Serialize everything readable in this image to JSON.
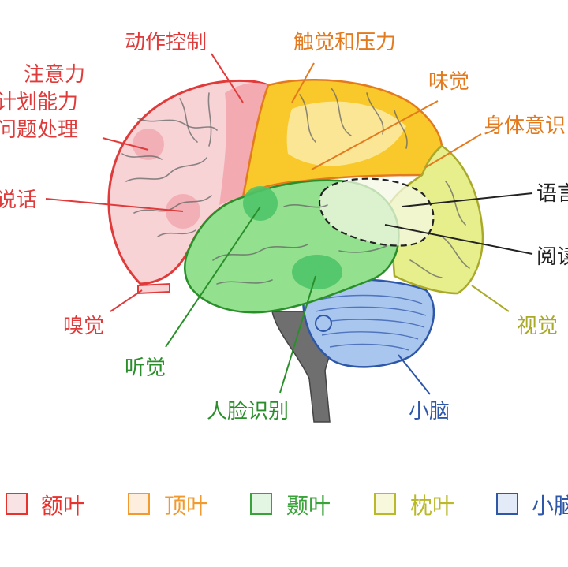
{
  "labels": {
    "motor": "动作控制",
    "touch": "触觉和压力",
    "taste": "味觉",
    "attention_line1": "注意力",
    "attention_line2": "计划能力",
    "attention_line3": "问题处理",
    "body_awareness": "身体意识",
    "speech": "说话",
    "language": "语言",
    "reading": "阅读",
    "smell": "嗅觉",
    "hearing": "听觉",
    "vision": "视觉",
    "face_recognition": "人脸识别",
    "cerebellum": "小脑"
  },
  "legend": [
    {
      "label": "额叶",
      "color": "#e8322e"
    },
    {
      "label": "顶叶",
      "color": "#f29a2e"
    },
    {
      "label": "颞叶",
      "color": "#3aa23a"
    },
    {
      "label": "枕叶",
      "color": "#b9b92a"
    },
    {
      "label": "小脑",
      "color": "#2f57a8"
    }
  ],
  "colors": {
    "frontal_fill": "#f7d3d6",
    "frontal_stroke": "#e03a3a",
    "parietal_fill": "#f9c82a",
    "temporal_fill": "#93e08f",
    "occipital_fill": "#e6ef8c",
    "cerebellum_fill": "#a9c6ee",
    "stem_fill": "#6f6f6f"
  }
}
